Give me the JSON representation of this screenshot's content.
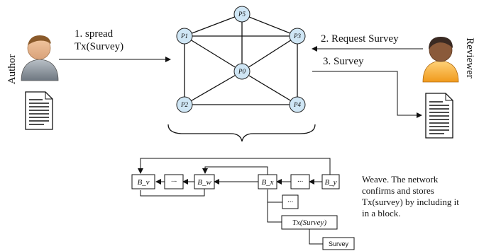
{
  "author": {
    "label": "Author"
  },
  "reviewer": {
    "label": "Reviewer"
  },
  "steps": {
    "step1_line1": "1. spread",
    "step1_line2": "Tx(Survey)",
    "step2": "2. Request Survey",
    "step3": "3. Survey"
  },
  "network": {
    "nodes": [
      "P5",
      "P1",
      "P3",
      "P0",
      "P2",
      "P4"
    ]
  },
  "chain": {
    "blocks": {
      "bv": "B_v",
      "bw": "B_w",
      "bx": "B_x",
      "by": "B_y"
    },
    "ellipsis": "···",
    "tx_label": "Tx(Survey)",
    "survey_box": "Survey"
  },
  "caption": "Weave. The network confirms and stores Tx(survey) by including it in a block."
}
